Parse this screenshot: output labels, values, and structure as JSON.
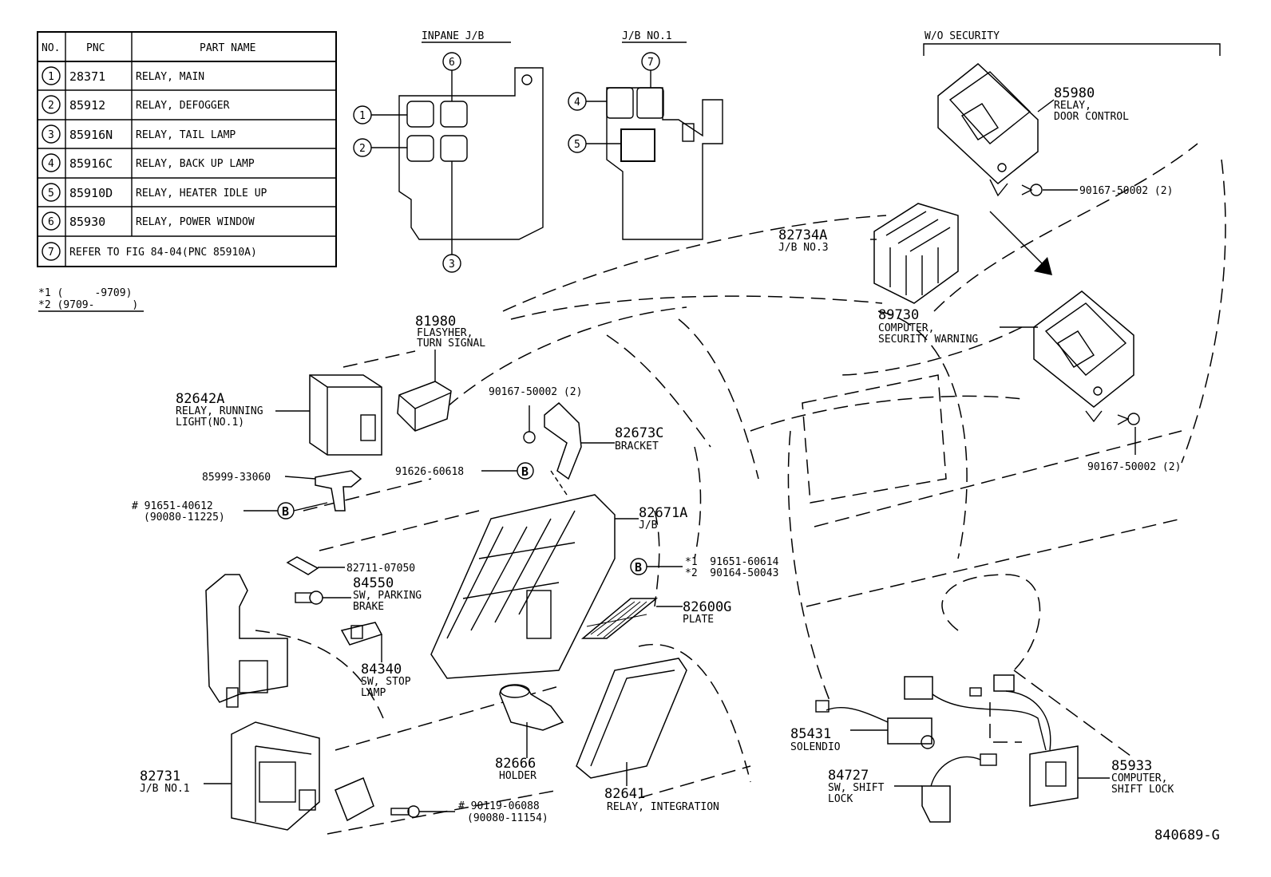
{
  "figure_code": "840689-G",
  "table": {
    "headers": [
      "NO.",
      "PNC",
      "PART NAME"
    ],
    "rows": [
      {
        "no": "1",
        "pnc": "28371",
        "name": "RELAY, MAIN"
      },
      {
        "no": "2",
        "pnc": "85912",
        "name": "RELAY, DEFOGGER"
      },
      {
        "no": "3",
        "pnc": "85916N",
        "name": "RELAY, TAIL LAMP"
      },
      {
        "no": "4",
        "pnc": "85916C",
        "name": "RELAY, BACK UP LAMP"
      },
      {
        "no": "5",
        "pnc": "85910D",
        "name": "RELAY, HEATER IDLE UP"
      },
      {
        "no": "6",
        "pnc": "85930",
        "name": "RELAY, POWER WINDOW"
      }
    ],
    "last_row": {
      "no": "7",
      "text": "REFER TO FIG 84-04(PNC 85910A)"
    }
  },
  "footnotes": [
    "*1 (     -9709)",
    "*2 (9709-      )"
  ],
  "insets": {
    "inpane_jb": {
      "title": "INPANE J/B",
      "markers": [
        "1",
        "2",
        "3",
        "6"
      ]
    },
    "jb_no1": {
      "title": "J/B NO.1",
      "markers": [
        "4",
        "5",
        "7"
      ]
    },
    "wo_security": {
      "title": "W/O SECURITY"
    }
  },
  "badge_letter": "B",
  "labels": {
    "p85980": {
      "pnc": "85980",
      "name": [
        "RELAY,",
        "DOOR CONTROL"
      ]
    },
    "p90167_top": {
      "pnc": "90167-50002 (2)"
    },
    "p82734a": {
      "pnc": "82734A",
      "name": [
        "J/B NO.3"
      ]
    },
    "p89730": {
      "pnc": "89730",
      "name": [
        "COMPUTER,",
        "SECURITY WARNING"
      ]
    },
    "p90167_right": {
      "pnc": "90167-50002 (2)"
    },
    "p81980": {
      "pnc": "81980",
      "name": [
        "FLASYHER,",
        "TURN SIGNAL"
      ]
    },
    "p82642a": {
      "pnc": "82642A",
      "name": [
        "RELAY, RUNNING",
        "LIGHT(NO.1)"
      ]
    },
    "p90167_mid": {
      "pnc": "90167-50002 (2)"
    },
    "p82673c": {
      "pnc": "82673C",
      "name": [
        "BRACKET"
      ]
    },
    "p91626": {
      "pnc": "91626-60618"
    },
    "p85999": {
      "pnc": "85999-33060"
    },
    "p91651": {
      "pnc": "# 91651-40612",
      "alt": "(90080-11225)"
    },
    "p82671a": {
      "pnc": "82671A",
      "name": [
        "J/B"
      ]
    },
    "p82711": {
      "pnc": "82711-07050"
    },
    "p84550": {
      "pnc": "84550",
      "name": [
        "SW, PARKING",
        "BRAKE"
      ]
    },
    "p_star": {
      "line1": "*1  91651-60614",
      "line2": "*2  90164-50043"
    },
    "p82600g": {
      "pnc": "82600G",
      "name": [
        "PLATE"
      ]
    },
    "p84340": {
      "pnc": "84340",
      "name": [
        "SW, STOP",
        "LAMP"
      ]
    },
    "p85431": {
      "pnc": "85431",
      "name": [
        "SOLENDIO"
      ]
    },
    "p82666": {
      "pnc": "82666",
      "name": [
        "HOLDER"
      ]
    },
    "p85933": {
      "pnc": "85933",
      "name": [
        "COMPUTER,",
        "SHIFT LOCK"
      ]
    },
    "p84727": {
      "pnc": "84727",
      "name": [
        "SW, SHIFT",
        "LOCK"
      ]
    },
    "p82731": {
      "pnc": "82731",
      "name": [
        "J/B NO.1"
      ]
    },
    "p90119": {
      "pnc": "# 90119-06088",
      "alt": "(90080-11154)"
    },
    "p82641": {
      "pnc": "82641",
      "name": [
        "RELAY, INTEGRATION"
      ]
    }
  }
}
